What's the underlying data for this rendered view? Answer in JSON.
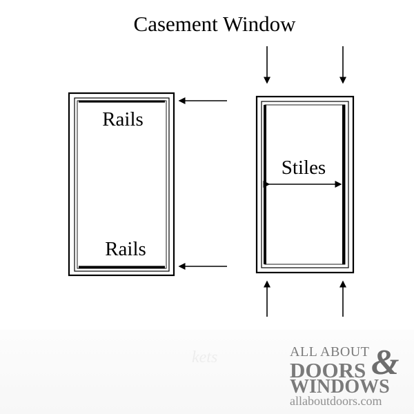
{
  "title": "Casement Window",
  "labels": {
    "left_top": "Rails",
    "left_bottom": "Rails",
    "right_center": "Stiles"
  },
  "watermark": {
    "top_line": "ALL ABOUT",
    "doors": "DOORS",
    "ampersand": "&",
    "windows": "WINDOWS",
    "url": "allaboutdoors.com",
    "faint_text": "kets"
  },
  "colors": {
    "line": "#000000",
    "logo": "#7a7a7a"
  }
}
